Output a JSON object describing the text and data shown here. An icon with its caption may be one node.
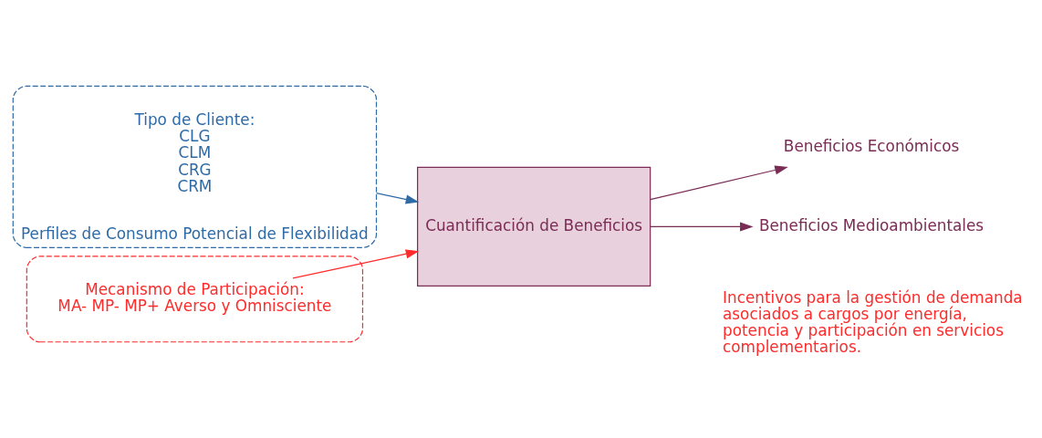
{
  "diagram": {
    "nodes": [
      {
        "text": [
          "Perfiles de Consumo Potencial de Flexibilidad"
        ]
      },
      {
        "text": [
          "Tipo de Cliente:",
          "CLG",
          "CLM",
          "CRG",
          "CRM"
        ],
        "in": 0
      },
      {
        "text": [],
        "shape": "box"
      },
      {
        "text": [
          "Cuantificación de Beneficios"
        ]
      },
      {
        "text": [
          "Mecanismo de Participación:",
          "MA- MP- MP+ Averso y Omnisciente"
        ],
        "in": 2
      },
      {
        "text": [
          "Beneficios Económicos"
        ]
      },
      {
        "text": [
          "Beneficios Medioambientales"
        ]
      }
    ],
    "edges": [
      {
        "from": 0,
        "to": 3,
        "arrow": "to",
        "color": "#2e6aa6"
      },
      {
        "from": 4,
        "to": 3,
        "arrow": "to",
        "color": "#ff2a2a"
      },
      {
        "from": 3,
        "to": 5,
        "arrow": "to"
      },
      {
        "from": 3,
        "to": 6,
        "arrow": "to"
      }
    ],
    "labels": [
      "Incentivos para la gestión de demanda asociados a cargos por energía, potencia y participación en servicios complementarios."
    ]
  }
}
